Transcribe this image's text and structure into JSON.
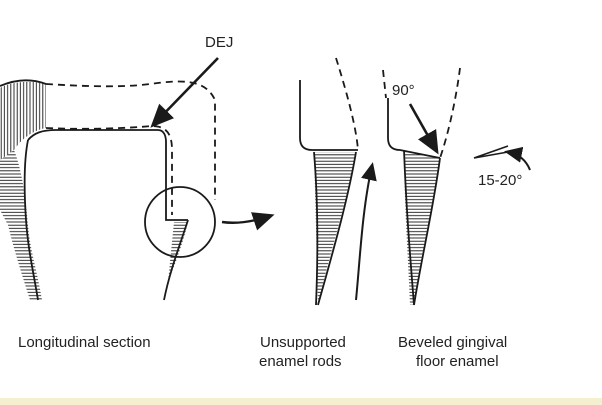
{
  "labels": {
    "dej": "DEJ",
    "angle_90": "90°",
    "angle_bevel": "15-20°",
    "longitudinal": "Longitudinal section",
    "unsupported_line1": "Unsupported",
    "unsupported_line2": "enamel rods",
    "beveled_line1": "Beveled gingival",
    "beveled_line2": "floor enamel"
  },
  "colors": {
    "ink": "#1a1a1a",
    "footer_strip": "#f4efcf"
  }
}
